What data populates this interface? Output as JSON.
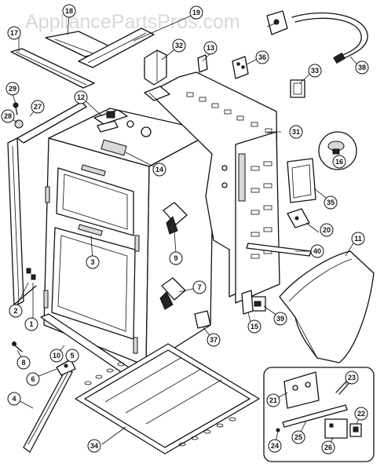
{
  "watermark": "AppliancePartsPros.com",
  "callouts": [
    "1",
    "2",
    "3",
    "4",
    "5",
    "6",
    "7",
    "8",
    "9",
    "10",
    "11",
    "12",
    "13",
    "14",
    "15",
    "16",
    "17",
    "18",
    "19",
    "20",
    "21",
    "22",
    "23",
    "24",
    "25",
    "26",
    "27",
    "28",
    "29",
    "31",
    "32",
    "33",
    "34",
    "35",
    "36",
    "37",
    "38",
    "39",
    "40"
  ]
}
